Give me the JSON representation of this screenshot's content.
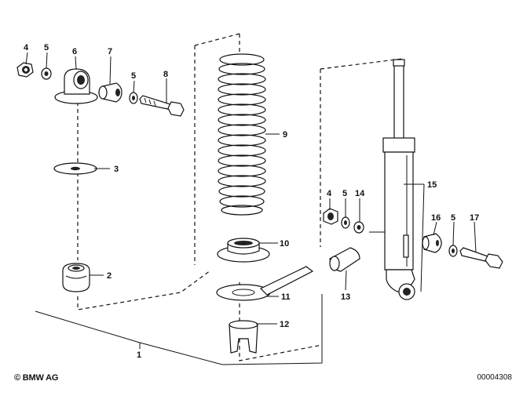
{
  "callouts": {
    "c1": "1",
    "c2": "2",
    "c3": "3",
    "c4a": "4",
    "c5a": "5",
    "c6": "6",
    "c7": "7",
    "c5b": "5",
    "c8": "8",
    "c9": "9",
    "c10": "10",
    "c11": "11",
    "c12": "12",
    "c4b": "4",
    "c5c": "5",
    "c14": "14",
    "c15": "15",
    "c13": "13",
    "c16": "16",
    "c5d": "5",
    "c17": "17"
  },
  "footer": {
    "copyright": "© BMW AG",
    "diagram_number": "00004308"
  }
}
